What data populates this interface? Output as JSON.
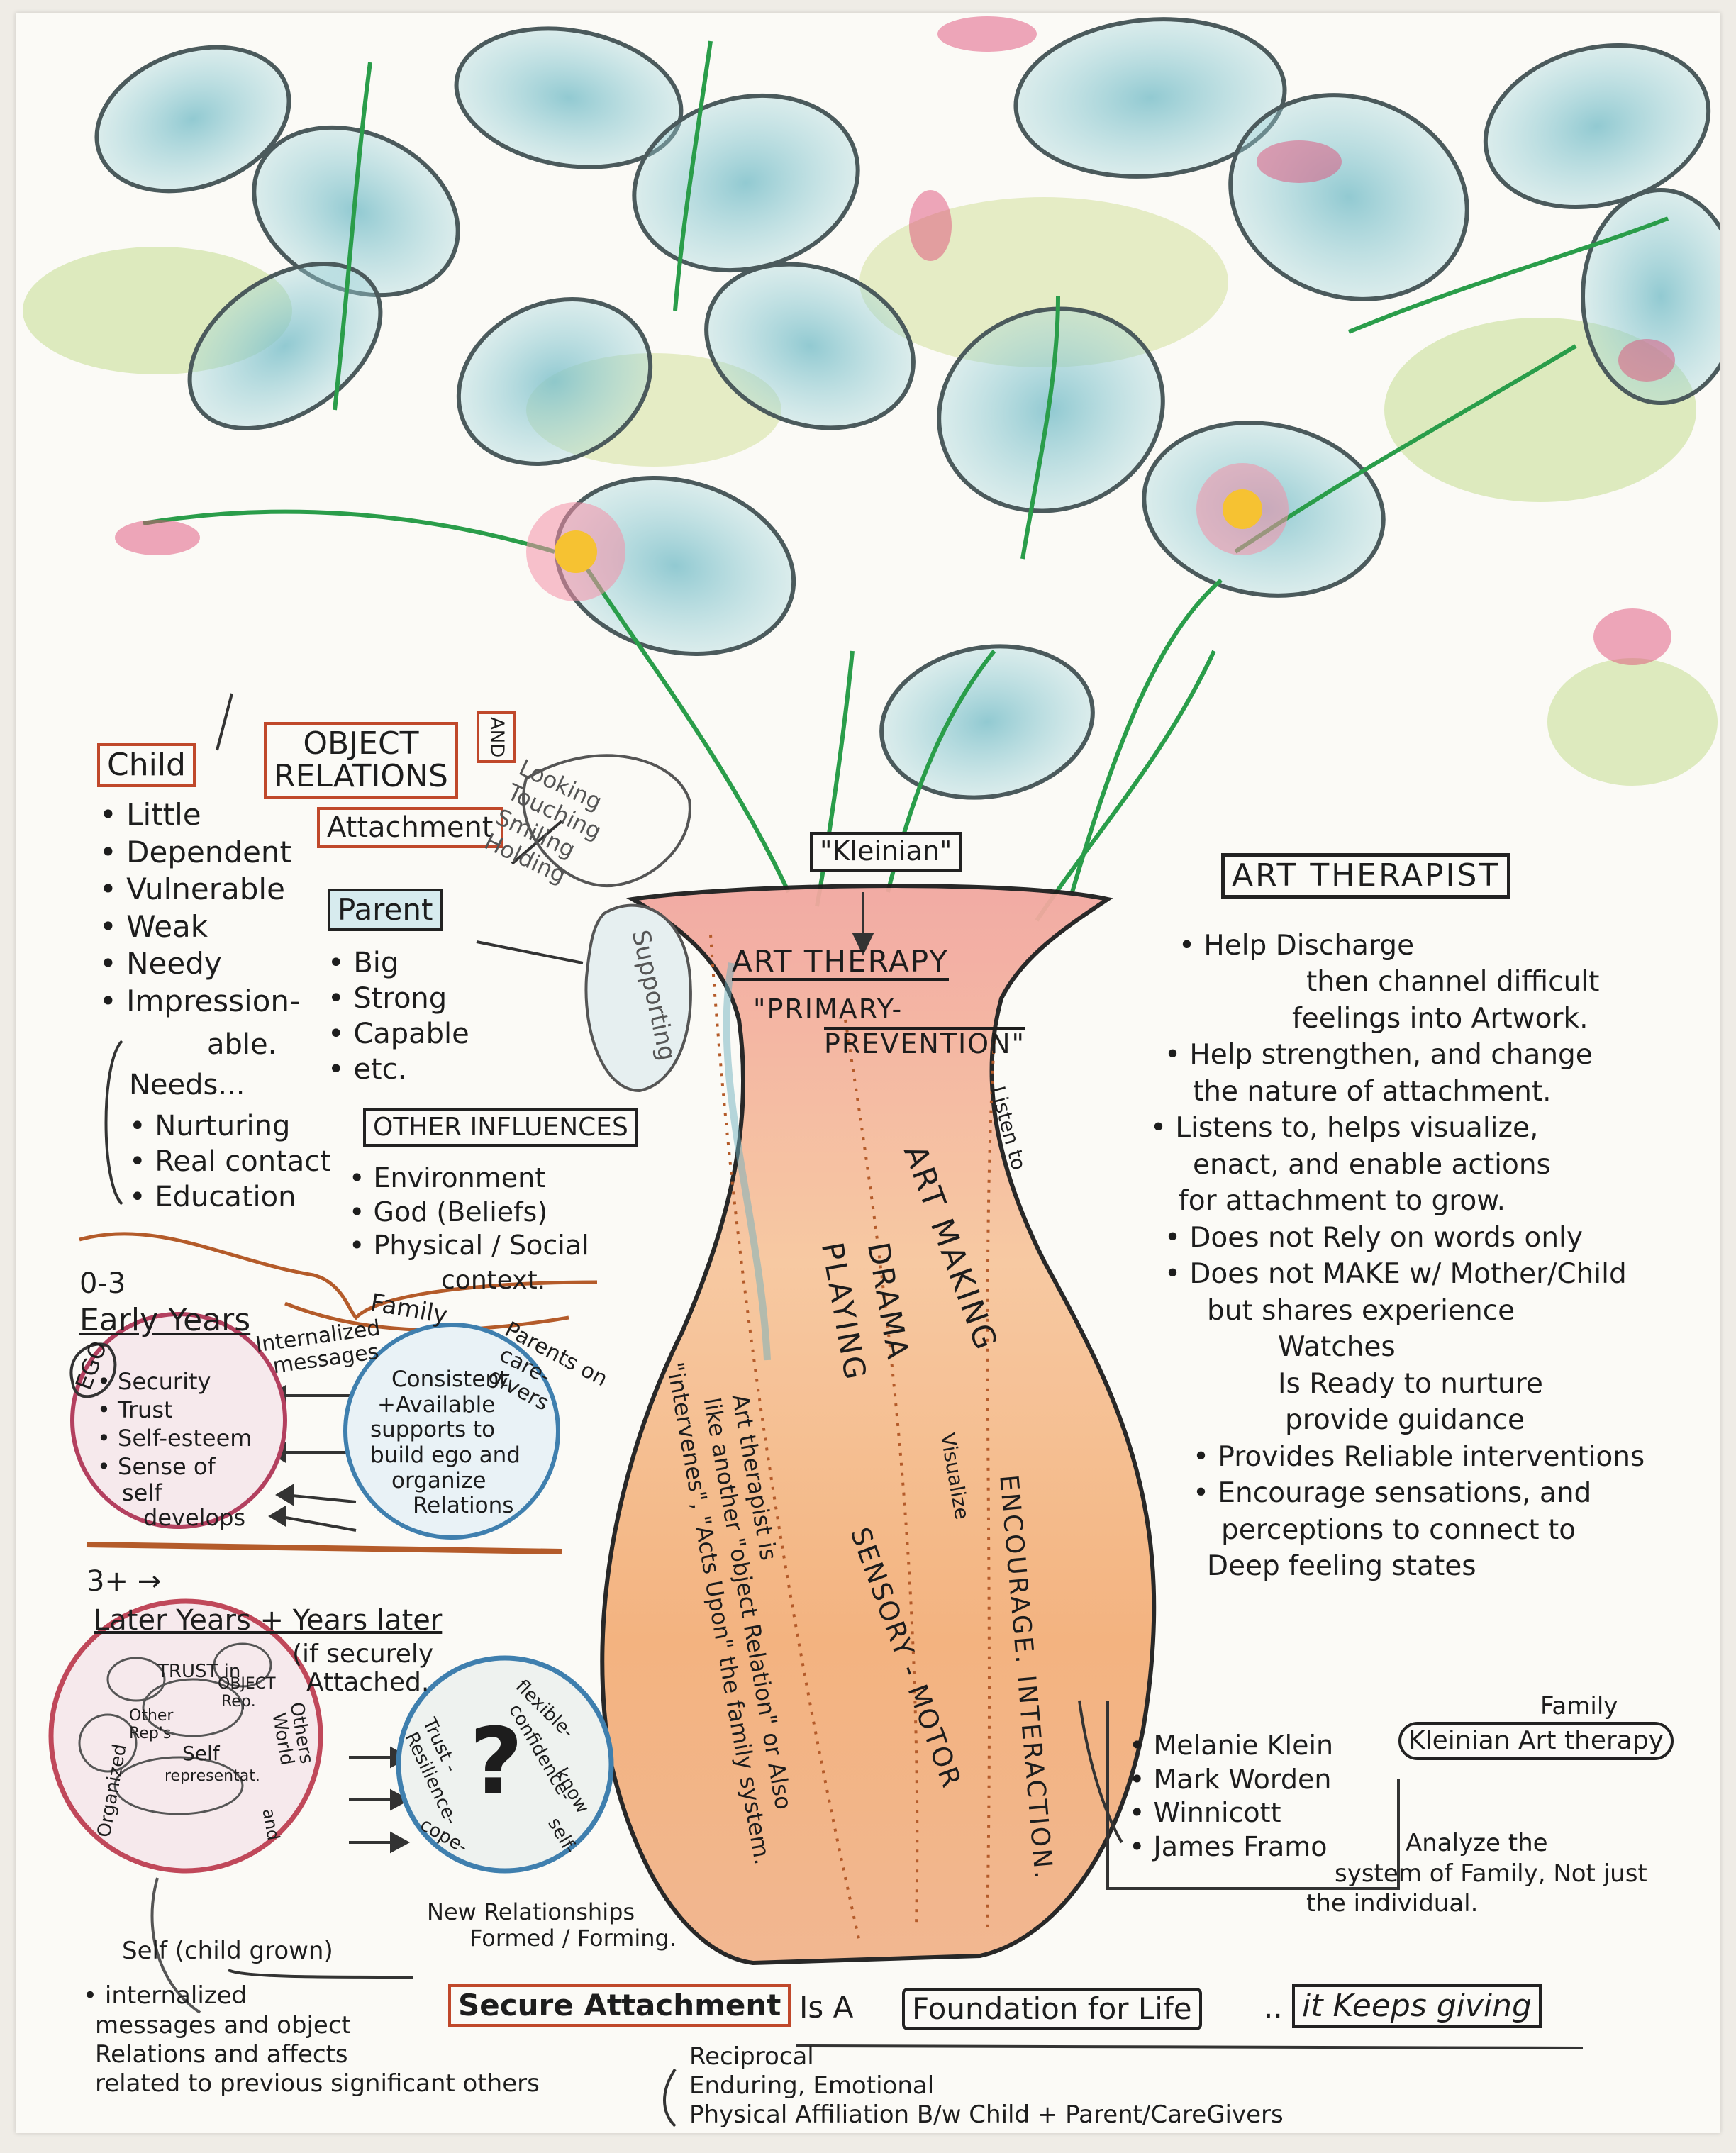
{
  "child": {
    "title": "Child",
    "traits": [
      "Little",
      "Dependent",
      "Vulnerable",
      "Weak",
      "Needy",
      "Impression-",
      "able."
    ],
    "needs_title": "Needs...",
    "needs": [
      "Nurturing",
      "Real contact",
      "Education"
    ]
  },
  "object_relations": {
    "line1": "OBJECT",
    "line2": "RELATIONS",
    "and": "AND",
    "attachment": "Attachment"
  },
  "care_actions": [
    "Looking",
    "Touching",
    "Smiling",
    "Holding"
  ],
  "supporting": "Supporting",
  "parent": {
    "title": "Parent",
    "traits": [
      "Big",
      "Strong",
      "Capable",
      "etc."
    ]
  },
  "other_influences": {
    "title": "OTHER INFLUENCES",
    "items": [
      "Environment",
      "God (Beliefs)",
      "Physical / Social",
      "context.",
      "Family"
    ]
  },
  "early_years": {
    "age": "0-3",
    "title": "Early Years",
    "ego": "EGO",
    "ego_items": [
      "Security",
      "Trust",
      "Self-esteem",
      "Sense of",
      "self",
      "develops"
    ],
    "internalized": [
      "Internalized",
      "messages"
    ],
    "parents_label": [
      "Parents on",
      "care-",
      "givers"
    ],
    "consistent": [
      "Consistent",
      "+Available",
      "supports to",
      "build ego and",
      "organize",
      "Relations"
    ]
  },
  "later_years": {
    "age": "3+",
    "arrow": "→",
    "title": "Later Years + Years later",
    "secure": [
      "(if securely",
      "Attached."
    ],
    "inner": [
      "TRUST in",
      "OBJECT",
      "Rep.",
      "Other",
      "Rep's",
      "Self",
      "representat.",
      "Organized",
      "Others",
      "World",
      "and"
    ],
    "qmark": "?",
    "q_ring": [
      "Trust -",
      "Resilience-",
      "cope-",
      "flexible-",
      "confidence-",
      "know",
      "self-"
    ],
    "new_relationships": [
      "New Relationships",
      "Formed / Forming."
    ],
    "self_label": "Self (child grown)",
    "internalized": [
      "internalized",
      "messages and object",
      "Relations and affects",
      "related to previous significant others"
    ]
  },
  "kleinian_tag": "\"Kleinian\"",
  "vase": {
    "art_therapy": "ART THERAPY",
    "primary_line1": "\"PRIMARY-",
    "primary_line2": "PREVENTION\"",
    "listen_to": "Listen to",
    "art_making": "ART MAKING",
    "drama": "DRAMA",
    "playing": "PLAYING",
    "encourage": "ENCOURAGE. INTERACTION.",
    "visualize": "Visualize",
    "sensory": "SENSORY - MOTOR",
    "therapist_is": "Art therapist is",
    "like_another": "like another \"object Relation\" or Also",
    "intervenes": "\"intervenes\", \"Acts Upon\" the family system."
  },
  "art_therapist": {
    "title": "ART THERAPIST",
    "items": [
      [
        "Help Discharge",
        "then channel difficult",
        "feelings into Artwork."
      ],
      [
        "Help strengthen, and change",
        "the nature of attachment."
      ],
      [
        "Listens to, helps visualize,",
        "enact, and enable actions",
        "for attachment to grow."
      ],
      [
        "Does not Rely on words only"
      ],
      [
        "Does not MAKE w/ Mother/Child",
        "but shares experience",
        "Watches",
        "Is Ready to nurture",
        "provide guidance"
      ],
      [
        "Provides Reliable interventions"
      ],
      [
        "Encourage sensations, and",
        "perceptions to connect to",
        "Deep feeling states"
      ]
    ]
  },
  "people": [
    "Melanie Klein",
    "Mark Worden",
    "Winnicott",
    "James Framo"
  ],
  "family": "Family",
  "kleinian_art_therapy": "Kleinian Art therapy",
  "framo_note": [
    "Analyze the",
    "system of Family, Not just",
    "the individual."
  ],
  "bottom": {
    "secure": "Secure Attachment",
    "is_a": "Is A",
    "foundation": "Foundation for Life",
    "dots": "..",
    "keeps": "it Keeps giving",
    "list": [
      "Reciprocal",
      "Enduring, Emotional",
      "Physical Affiliation B/w Child + Parent/CareGivers"
    ]
  },
  "colors": {
    "ink": "#1d1d1d",
    "orange": "#c0482b",
    "blue_wash": "#6fb0bd",
    "pink": "#e0507a",
    "green": "#2a9d4a",
    "vase": "#f3b48a"
  },
  "icons": [
    "flower-icon",
    "vase-icon",
    "question-mark-icon"
  ]
}
